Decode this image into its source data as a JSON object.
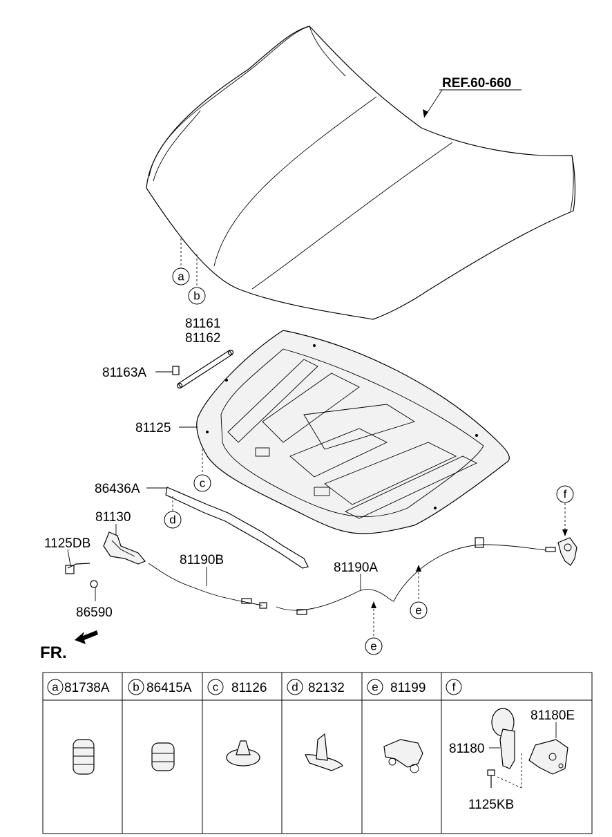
{
  "ref_label": "REF.60-660",
  "fr_label": "FR.",
  "callouts": {
    "a": "a",
    "b": "b",
    "c": "c",
    "d": "d",
    "e": "e",
    "f": "f"
  },
  "part_numbers": {
    "p81161": "81161",
    "p81162": "81162",
    "p81163A": "81163A",
    "p81125": "81125",
    "p86436A": "86436A",
    "p81130": "81130",
    "p1125DB": "1125DB",
    "p86590": "86590",
    "p81190B": "81190B",
    "p81190A": "81190A"
  },
  "legend": [
    {
      "key": "a",
      "part": "81738A"
    },
    {
      "key": "b",
      "part": "86415A"
    },
    {
      "key": "c",
      "part": "81126"
    },
    {
      "key": "d",
      "part": "82132"
    },
    {
      "key": "e",
      "part": "81199"
    },
    {
      "key": "f",
      "part": ""
    }
  ],
  "legend_f_parts": {
    "p81180E": "81180E",
    "p81180": "81180",
    "p1125KB": "1125KB"
  }
}
